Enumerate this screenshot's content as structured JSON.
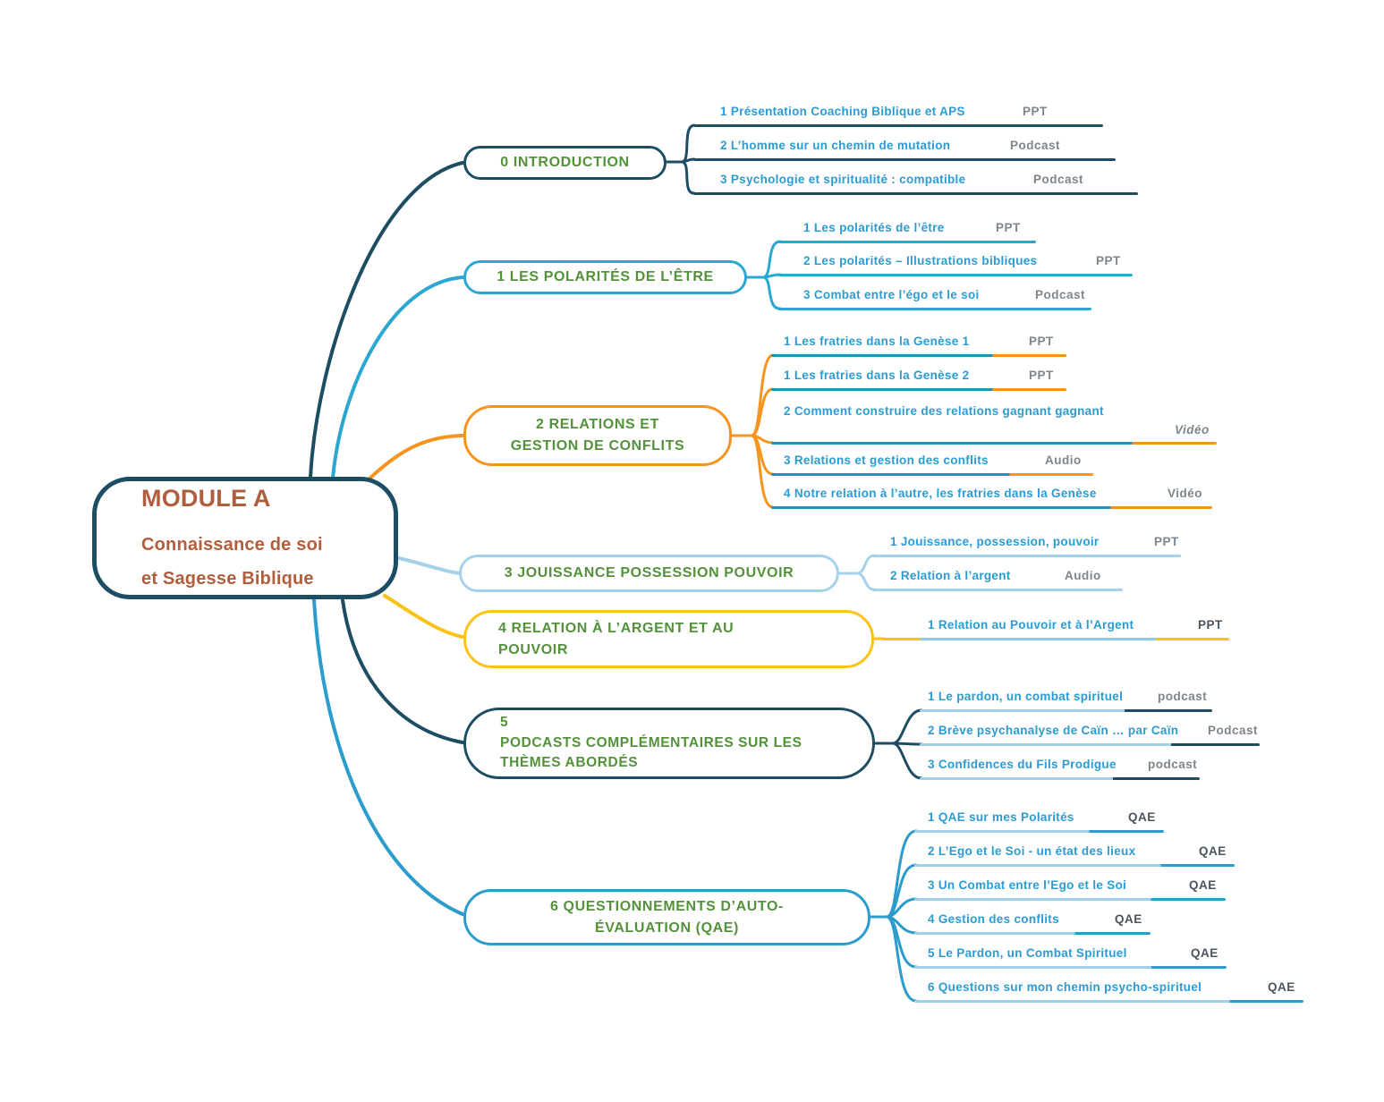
{
  "root": {
    "title": "MODULE A",
    "subtitle": "Connaissance de soi\net Sagesse Biblique"
  },
  "colors": {
    "navy": "#1d4d62",
    "cyan": "#2ba7d3",
    "orange": "#f7941e",
    "teal": "#2292bb",
    "pale_blue": "#a5d2ea",
    "pale_stripe": "#9fcfe9",
    "gold": "#fdc216",
    "light_blue": "#8fc8e8",
    "blue_qae": "#2b9ccc",
    "leaf_text_blue": "#2b9cd3",
    "branch_text_green": "#53923a",
    "root_text_rust": "#b05e3d",
    "type_gray": "#7d868d",
    "type_dark_gray": "#49545e"
  },
  "branches": [
    {
      "label": "0 INTRODUCTION",
      "color": "#1d4d62",
      "items": [
        {
          "label": "1 Présentation Coaching Biblique et APS",
          "type": "PPT"
        },
        {
          "label": "2 L’homme sur un chemin de mutation",
          "type": "Podcast"
        },
        {
          "label": "3 Psychologie et spiritualité : compatible",
          "type": "Podcast"
        }
      ]
    },
    {
      "label": "1 LES POLARITÉS DE L’ÊTRE",
      "color": "#2ba7d3",
      "items": [
        {
          "label": "1 Les polarités de l’être",
          "type": "PPT"
        },
        {
          "label": "2 Les polarités – Illustrations bibliques",
          "type": "PPT"
        },
        {
          "label": "3 Combat entre l’égo et le soi",
          "type": "Podcast"
        }
      ]
    },
    {
      "label": "2 RELATIONS ET\nGESTION DE CONFLITS",
      "color": "#f7941e",
      "items": [
        {
          "label": "1 Les fratries dans la Genèse  1",
          "type": "PPT"
        },
        {
          "label": "1 Les fratries dans la Genèse  2",
          "type": "PPT"
        },
        {
          "label": "2 Comment construire des relations gagnant gagnant",
          "type": "Vidéo"
        },
        {
          "label": "3 Relations et gestion des conflits",
          "type": "Audio"
        },
        {
          "label": "4 Notre relation à l’autre, les fratries dans la Genèse",
          "type": "Vidéo"
        }
      ]
    },
    {
      "label": "3 JOUISSANCE POSSESSION POUVOIR",
      "color": "#a5d2ea",
      "items": [
        {
          "label": "1 Jouissance, possession, pouvoir",
          "type": "PPT"
        },
        {
          "label": "2 Relation à l’argent",
          "type": "Audio"
        }
      ]
    },
    {
      "label": "4 RELATION À L’ARGENT ET AU\nPOUVOIR",
      "color": "#fdc216",
      "items": [
        {
          "label": "1 Relation au Pouvoir et à l’Argent",
          "type": "PPT"
        }
      ]
    },
    {
      "label": "5\nPODCASTS COMPLÉMENTAIRES SUR LES\nTHÈMES ABORDÉS",
      "color": "#1d4d62",
      "items": [
        {
          "label": "1 Le pardon, un combat spirituel",
          "type": "podcast"
        },
        {
          "label": "2 Brève psychanalyse de Caïn … par Caïn",
          "type": "Podcast"
        },
        {
          "label": "3 Confidences du Fils Prodigue",
          "type": "podcast"
        }
      ]
    },
    {
      "label": "6 QUESTIONNEMENTS D’AUTO-\nÉVALUATION (QAE)",
      "color": "#2b9ccc",
      "items": [
        {
          "label": "1 QAE sur mes Polarités",
          "type": "QAE"
        },
        {
          "label": "2 L’Ego et le Soi - un état des lieux",
          "type": "QAE"
        },
        {
          "label": "3 Un Combat entre l’Ego et le Soi",
          "type": "QAE"
        },
        {
          "label": "4 Gestion des conflits",
          "type": "QAE"
        },
        {
          "label": "5 Le Pardon, un Combat Spirituel",
          "type": "QAE"
        },
        {
          "label": "6 Questions sur mon chemin psycho-spirituel",
          "type": "QAE"
        }
      ]
    }
  ]
}
